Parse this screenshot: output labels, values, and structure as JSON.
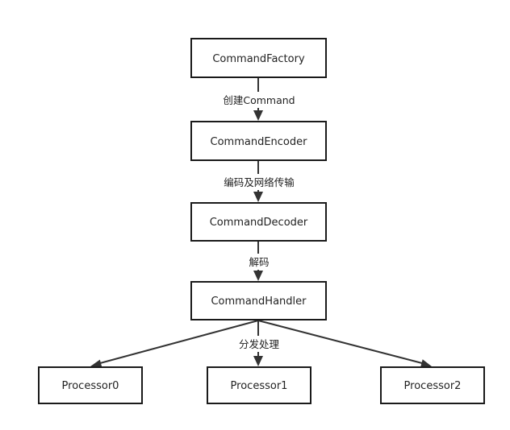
{
  "nodes": {
    "factory": "CommandFactory",
    "encoder": "CommandEncoder",
    "decoder": "CommandDecoder",
    "handler": "CommandHandler",
    "processor0": "Processor0",
    "processor1": "Processor1",
    "processor2": "Processor2"
  },
  "edges": {
    "create": "创建Command",
    "encode_transfer": "编码及网络传输",
    "decode": "解码",
    "dispatch": "分发处理"
  }
}
